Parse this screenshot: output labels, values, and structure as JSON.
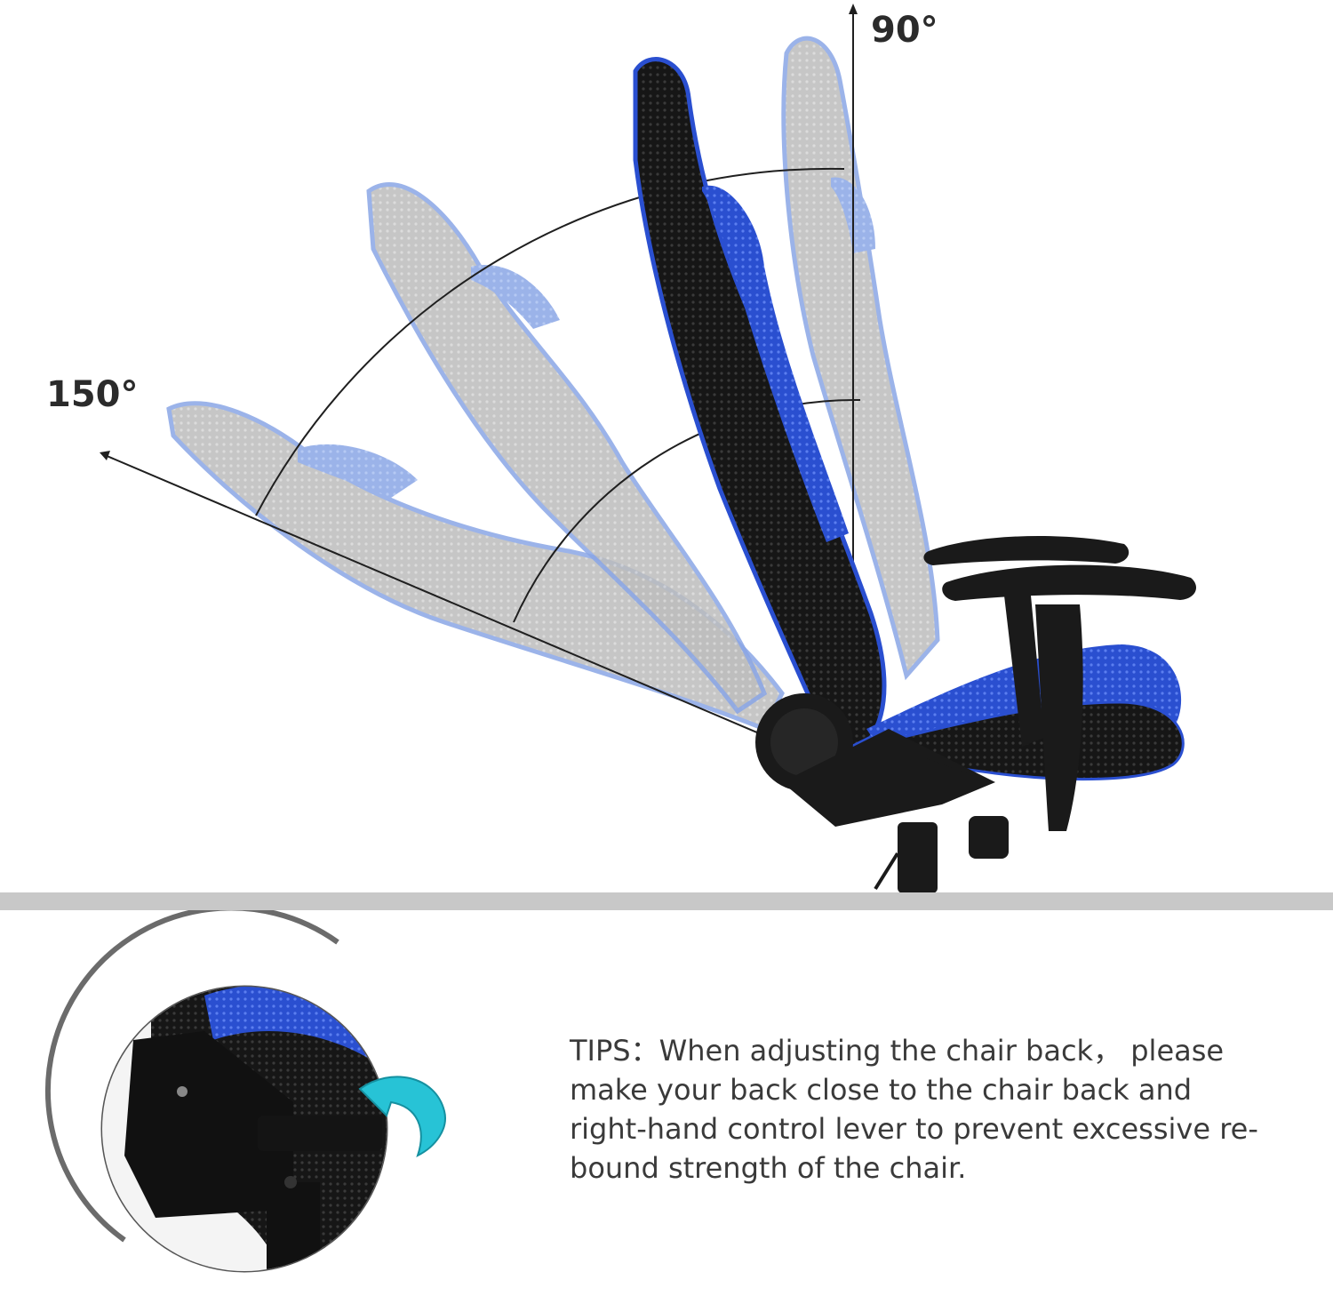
{
  "angles": {
    "upright": "90°",
    "reclined": "150°"
  },
  "tips": {
    "lines": [
      "TIPS：When adjusting the chair back， please",
      "make your back close to the chair back and",
      "right-hand control lever to prevent excessive re-",
      "bound strength of the chair."
    ]
  },
  "colors": {
    "chair_black": "#141414",
    "chair_blue": "#2a4fd0",
    "ghost_gray": "#b8b8b8",
    "ghost_blue": "#7fa0e8",
    "arrow_cyan": "#27c3d6",
    "divider_gray": "#c8c8c8"
  }
}
